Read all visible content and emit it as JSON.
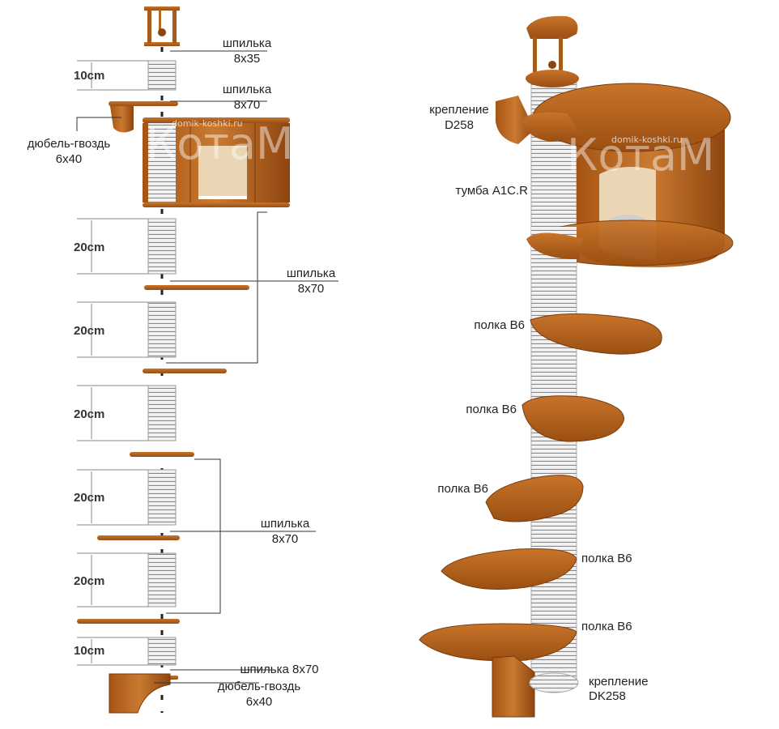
{
  "left_diagram": {
    "labels": {
      "stud_top": [
        "шпилька",
        "8х35"
      ],
      "stud_1": [
        "шпилька",
        "8х70"
      ],
      "dowel_top": [
        "дюбель-гвоздь",
        "6х40"
      ],
      "stud_2": [
        "шпилька",
        "8х70"
      ],
      "stud_3": [
        "шпилька",
        "8х70"
      ],
      "stud_bottom": "шпилька 8х70",
      "dowel_bottom": [
        "дюбель-гвоздь",
        "6х40"
      ]
    },
    "dimensions": [
      "10cm",
      "20cm",
      "20cm",
      "20cm",
      "20cm",
      "20cm",
      "10cm"
    ]
  },
  "right_diagram": {
    "labels": {
      "mount_top": [
        "крепление",
        "D258"
      ],
      "cabinet": "тумба А1С.R",
      "shelves": [
        "полка В6",
        "полка В6",
        "полка В6",
        "полка В6",
        "полка В6"
      ],
      "mount_bottom": [
        "крепление",
        "DK258"
      ]
    }
  },
  "watermark": {
    "brand": "КотаМ",
    "site": "domik-koshki.ru"
  },
  "colors": {
    "wood": "#b8621a",
    "wood_dark": "#8a4510",
    "sisal": "#e8e8e8",
    "line": "#333333"
  }
}
